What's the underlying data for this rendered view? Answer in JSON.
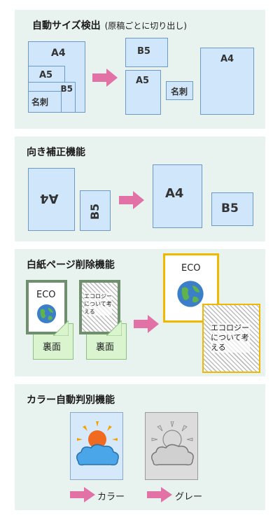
{
  "panel1": {
    "title": "自動サイズ検出",
    "subtitle": "(原稿ごとに切り出し)",
    "stack": {
      "a4": "A4",
      "a5": "A5",
      "b5": "B5",
      "card": "名刺"
    },
    "output": {
      "b5": "B5",
      "a5": "A5",
      "card": "名刺",
      "a4": "A4"
    }
  },
  "panel2": {
    "title": "向き補正機能",
    "input": {
      "a4": "A4",
      "b5": "B5"
    },
    "output": {
      "a4": "A4",
      "b5": "B5"
    }
  },
  "panel3": {
    "title": "白紙ページ削除機能",
    "front_text": "ECO",
    "memo_text": "エコロジーについて考える",
    "back_label": "裏面",
    "result_front_text": "ECO",
    "result_memo_text": "エコロジーについて考える"
  },
  "panel4": {
    "title": "カラー自動判別機能",
    "color_label": "カラー",
    "gray_label": "グレー"
  },
  "colors": {
    "page_fill": "#cfe6fb",
    "arrow": "#e272a6",
    "highlight": "#f2b800",
    "panel": "#e8f2ef"
  }
}
